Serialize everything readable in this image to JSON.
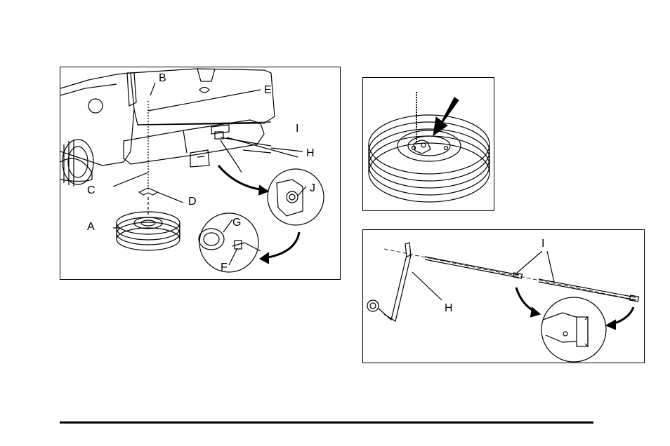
{
  "figure_left": {
    "labels": {
      "a": "A",
      "b": "B",
      "c": "C",
      "d": "D",
      "e": "E",
      "f": "F",
      "g": "G",
      "h": "H",
      "i": "I",
      "j": "J"
    }
  },
  "figure_bottom_right": {
    "labels": {
      "h": "H",
      "i": "I"
    }
  },
  "icons": {
    "vehicle": "vehicle-rear-illustration",
    "spare_tire": "spare-tire-icon",
    "arrow": "curved-arrow-icon",
    "jack_handle": "jack-handle-icon",
    "extension": "extension-rod-icon"
  }
}
